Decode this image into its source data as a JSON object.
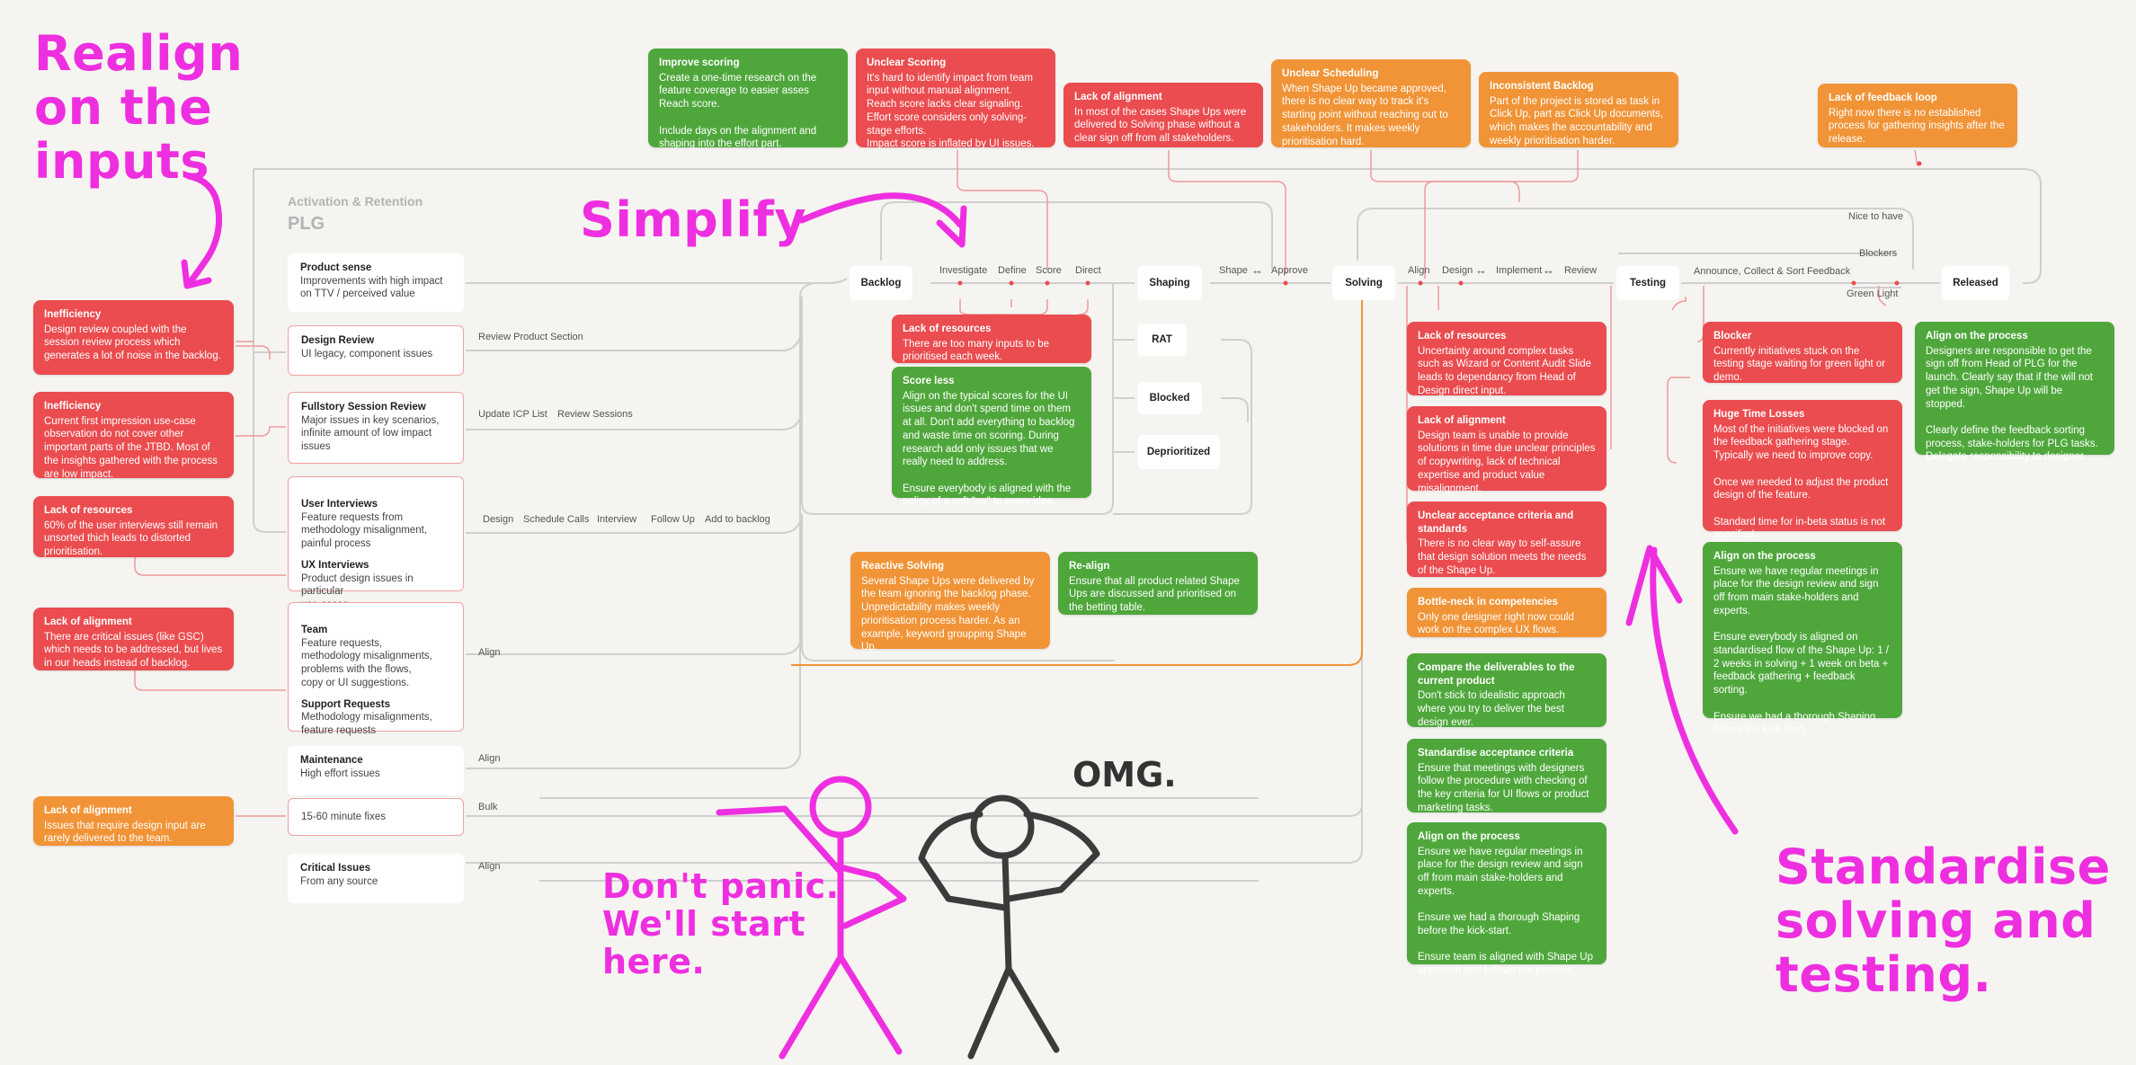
{
  "annotations": {
    "realign": "Realign\non the\ninputs",
    "simplify": "Simplify",
    "dont_panic": "Don't panic.\nWe'll start\nhere.",
    "standardise": "Standardise\nsolving and\ntesting.",
    "omg": "OMG."
  },
  "section": {
    "category": "Activation & Retention",
    "title": "PLG"
  },
  "inputs": [
    {
      "title": "Product sense",
      "sub": "Improvements with high impact\non TTV / perceived value"
    },
    {
      "title": "Design Review",
      "sub": "UI legacy, component issues"
    },
    {
      "title": "Fullstory Session Review",
      "sub": "Major issues in key scenarios,\ninfinite amount of low impact\nissues"
    },
    {
      "title": "User Interviews",
      "sub": "Feature requests from\nmethodology misalignment,\npainful process",
      "title2": "UX Interviews",
      "sub2": "Product design issues in particular\nuse-cases."
    },
    {
      "title": "Team",
      "sub": "Feature requests,\nmethodology misalignments,\nproblems with the flows,\ncopy or UI suggestions.",
      "title2": "Support Requests",
      "sub2": "Methodology misalignments,\nfeature requests"
    },
    {
      "title": "Maintenance",
      "sub": "High effort issues"
    },
    {
      "title": "",
      "sub": "15-60 minute fixes"
    },
    {
      "title": "Critical Issues",
      "sub": "From any source"
    }
  ],
  "flow_labels": {
    "review_product_section": "Review Product Section",
    "update_icp_list": "Update ICP List",
    "review_sessions": "Review Sessions",
    "design": "Design",
    "schedule_calls": "Schedule Calls",
    "interview": "Interview",
    "follow_up": "Follow Up",
    "add_to_backlog": "Add to backlog",
    "align_team": "Align",
    "align_maintenance": "Align",
    "bulk": "Bulk",
    "align_critical": "Align",
    "investigate": "Investigate",
    "define": "Define",
    "score": "Score",
    "direct": "Direct",
    "shape": "Shape",
    "approve": "Approve",
    "align_solving": "Align",
    "design_solving": "Design",
    "implement": "Implement",
    "review": "Review",
    "announce": "Announce, Collect & Sort Feedback",
    "nice_to_have": "Nice to have",
    "blockers": "Blockers",
    "green_light": "Green Light",
    "arrow": "↔"
  },
  "stages": {
    "backlog": "Backlog",
    "shaping": "Shaping",
    "solving": "Solving",
    "testing": "Testing",
    "released": "Released",
    "rat": "RAT",
    "blocked": "Blocked",
    "deprioritized": "Deprioritized"
  },
  "cards": {
    "left_1": {
      "title": "Inefficiency",
      "body": "Design review coupled with the session review process which generates a lot of noise in the backlog."
    },
    "left_2": {
      "title": "Inefficiency",
      "body": "Current first impression use-case observation do not cover other important parts of the JTBD. Most of the insights gathered with the process are low impact."
    },
    "left_3": {
      "title": "Lack of resources",
      "body": "60% of the user interviews still remain unsorted thich leads to distorted prioritisation."
    },
    "left_4": {
      "title": "Lack of alignment",
      "body": "There are critical issues (like GSC) which needs to be addressed, but lives in our heads instead of backlog."
    },
    "left_5": {
      "title": "Lack of alignment",
      "body": "Issues that require design input are rarely delivered to the team."
    },
    "top_improve": {
      "title": "Improve scoring",
      "body": "Create a one-time research on the feature coverage to easier asses Reach score.\n\nInclude days on the alignment and shaping into the effort part."
    },
    "top_unclear_scoring": {
      "title": "Unclear Scoring",
      "body": "It's hard to identify impact from team input without manual alignment.\nReach score lacks clear signaling.\nEffort score considers only solving-stage efforts.\nImpact score is inflated by UI issues."
    },
    "top_lack_alignment": {
      "title": "Lack of alignment",
      "body": "In most of the cases Shape Ups were delivered to Solving phase without a clear sign off from all stakeholders."
    },
    "top_unclear_scheduling": {
      "title": "Unclear Scheduling",
      "body": "When Shape Up became approved, there is no clear way to track it's starting point without reaching out to stakeholders. It makes weekly prioritisation hard."
    },
    "top_inconsistent": {
      "title": "Inconsistent Backlog",
      "body": "Part of the project is stored as task in Click Up, part as Click Up documents, which makes the accountability and weekly prioritisation harder."
    },
    "top_feedback": {
      "title": "Lack of feedback loop",
      "body": "Right now there is no established process for gathering insights after the release."
    },
    "mid_lack_resources": {
      "title": "Lack of resources",
      "body": "There are too many inputs to be prioritised each week."
    },
    "mid_score_less": {
      "title": "Score less",
      "body": "Align on the typical scores for the UI issues and don't spend time on them at all. Don't add everything to backlog and waste time on scoring. During research add only issues that we really need to address.\n\nEnsure everybody is aligned with the policy of a soft \"no\" to every idea."
    },
    "mid_reactive": {
      "title": "Reactive Solving",
      "body": "Several Shape Ups were delivered by the team ignoring the backlog phase. Unpredictability makes weekly prioritisation process harder. As an example, keyword groupping Shape Up."
    },
    "mid_realign": {
      "title": "Re-align",
      "body": "Ensure that all product related Shape Ups are discussed and prioritised on the betting table."
    },
    "solve_resources": {
      "title": "Lack of resources",
      "body": "Uncertainty around complex tasks such as Wizard or Content Audit Slide leads to dependancy from Head of Design direct input."
    },
    "solve_alignment": {
      "title": "Lack of alignment",
      "body": "Design team is unable to provide solutions in time due unclear principles of copywriting, lack of technical expertise and product value misalignment."
    },
    "solve_acceptance": {
      "title": "Unclear acceptance criteria and standards",
      "body": "There is no clear way to self-assure that design solution meets the needs of the Shape Up."
    },
    "solve_bottleneck": {
      "title": "Bottle-neck in competencies",
      "body": "Only one designer right now could work on the complex UX flows."
    },
    "solve_compare": {
      "title": "Compare the deliverables to the current product",
      "body": "Don't stick to idealistic approach where you try to deliver the best design ever."
    },
    "solve_standardise": {
      "title": "Standardise acceptance criteria",
      "body": "Ensure that meetings with designers follow the procedure with checking of the key criteria for UI flows or product marketing tasks."
    },
    "solve_align_process": {
      "title": "Align on the process",
      "body": "Ensure we have regular meetings in place for the design review and sign off from main stake-holders and experts.\n\nEnsure we had a thorough Shaping before the kick-start.\n\nEnsure team is aligned with Shape Up approach and follows the process."
    },
    "test_blocker": {
      "title": "Blocker",
      "body": "Currently initiatives stuck on the testing stage waiting for green light or demo."
    },
    "test_huge": {
      "title": "Huge Time Losses",
      "body": "Most of the initiatives were blocked on the feedback gathering stage. Typically we need to improve copy.\n\nOnce we needed to adjust the product design of the feature.\n\nStandard time for in-beta status is not specified."
    },
    "test_align": {
      "title": "Align on the process",
      "body": "Ensure we have regular meetings in place for the design review and sign off from main stake-holders and experts.\n\nEnsure everybody is aligned on standardised flow of the Shape Up: 1 / 2 weeks in solving + 1 week on beta + feedback gathering + feedback sorting.\n\nEnsure we had a thorough Shaping before the kick-start."
    },
    "rel_align": {
      "title": "Align on the process",
      "body": "Designers are responsible to get the sign off from Head of PLG for the launch. Clearly say that if the will not get the sign, Shape Up will be stopped.\n\nClearly define the feedback sorting process, stake-holders for PLG tasks. Delegate responsibility to designer."
    }
  },
  "colors": {
    "red": "#ea4c4f",
    "green": "#4fa73c",
    "orange": "#f09437",
    "magenta": "#ee2fe0"
  }
}
